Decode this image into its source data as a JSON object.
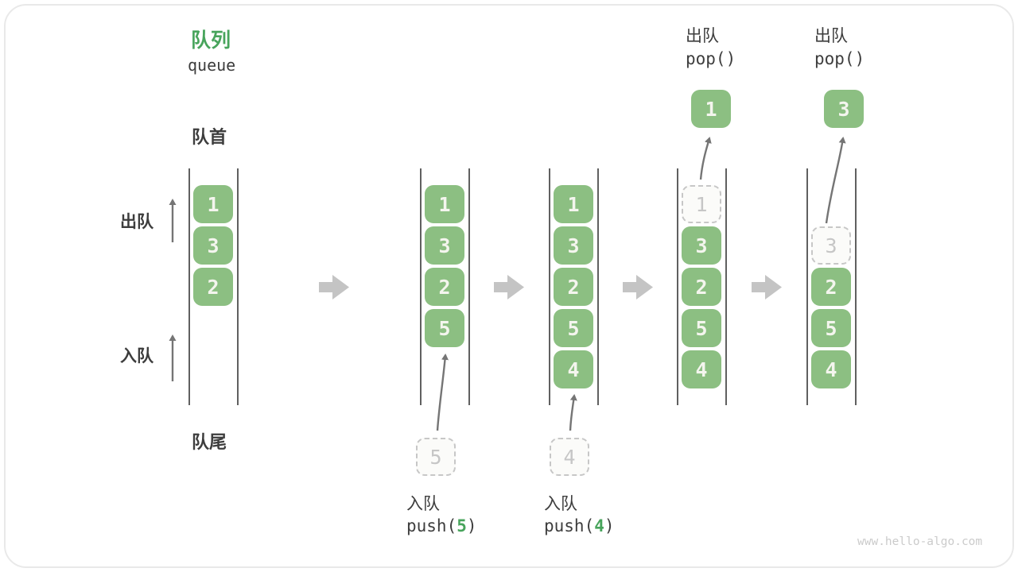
{
  "colors": {
    "accent_green": "#48a45c",
    "box_green": "#8cbf82",
    "box_text": "#f4f5ee",
    "dashed_border": "#c7c7c7",
    "dashed_text": "#c6c6c6",
    "rail": "#606060",
    "arrow": "#757575",
    "step_arrow": "#c4c4c4",
    "text_dark": "#3d3d3d",
    "watermark": "#cbcbcb"
  },
  "title": {
    "zh": "队列",
    "en": "queue"
  },
  "side_labels": {
    "front": "队首",
    "rear": "队尾",
    "dequeue": "出队",
    "enqueue": "入队"
  },
  "icons": {
    "step_arrow": "right-block-arrow",
    "direction_arrow": "thin-up-arrow"
  },
  "states": [
    {
      "cells": [
        {
          "value": "1",
          "state": "solid"
        },
        {
          "value": "3",
          "state": "solid"
        },
        {
          "value": "2",
          "state": "solid"
        }
      ]
    },
    {
      "cells": [
        {
          "value": "1",
          "state": "solid"
        },
        {
          "value": "3",
          "state": "solid"
        },
        {
          "value": "2",
          "state": "solid"
        },
        {
          "value": "5",
          "state": "solid"
        }
      ],
      "push": {
        "label": "入队",
        "code_pre": "push(",
        "arg": "5",
        "code_post": ")",
        "staged_value": "5"
      }
    },
    {
      "cells": [
        {
          "value": "1",
          "state": "solid"
        },
        {
          "value": "3",
          "state": "solid"
        },
        {
          "value": "2",
          "state": "solid"
        },
        {
          "value": "5",
          "state": "solid"
        },
        {
          "value": "4",
          "state": "solid"
        }
      ],
      "push": {
        "label": "入队",
        "code_pre": "push(",
        "arg": "4",
        "code_post": ")",
        "staged_value": "4"
      }
    },
    {
      "cells": [
        {
          "value": "1",
          "state": "dashed"
        },
        {
          "value": "3",
          "state": "solid"
        },
        {
          "value": "2",
          "state": "solid"
        },
        {
          "value": "5",
          "state": "solid"
        },
        {
          "value": "4",
          "state": "solid"
        }
      ],
      "pop": {
        "label": "出队",
        "code": "pop()",
        "popped_value": "1"
      }
    },
    {
      "cells": [
        {
          "value": "3",
          "state": "dashed"
        },
        {
          "value": "2",
          "state": "solid"
        },
        {
          "value": "5",
          "state": "solid"
        },
        {
          "value": "4",
          "state": "solid"
        }
      ],
      "pop": {
        "label": "出队",
        "code": "pop()",
        "popped_value": "3"
      }
    }
  ],
  "watermark": "www.hello-algo.com"
}
